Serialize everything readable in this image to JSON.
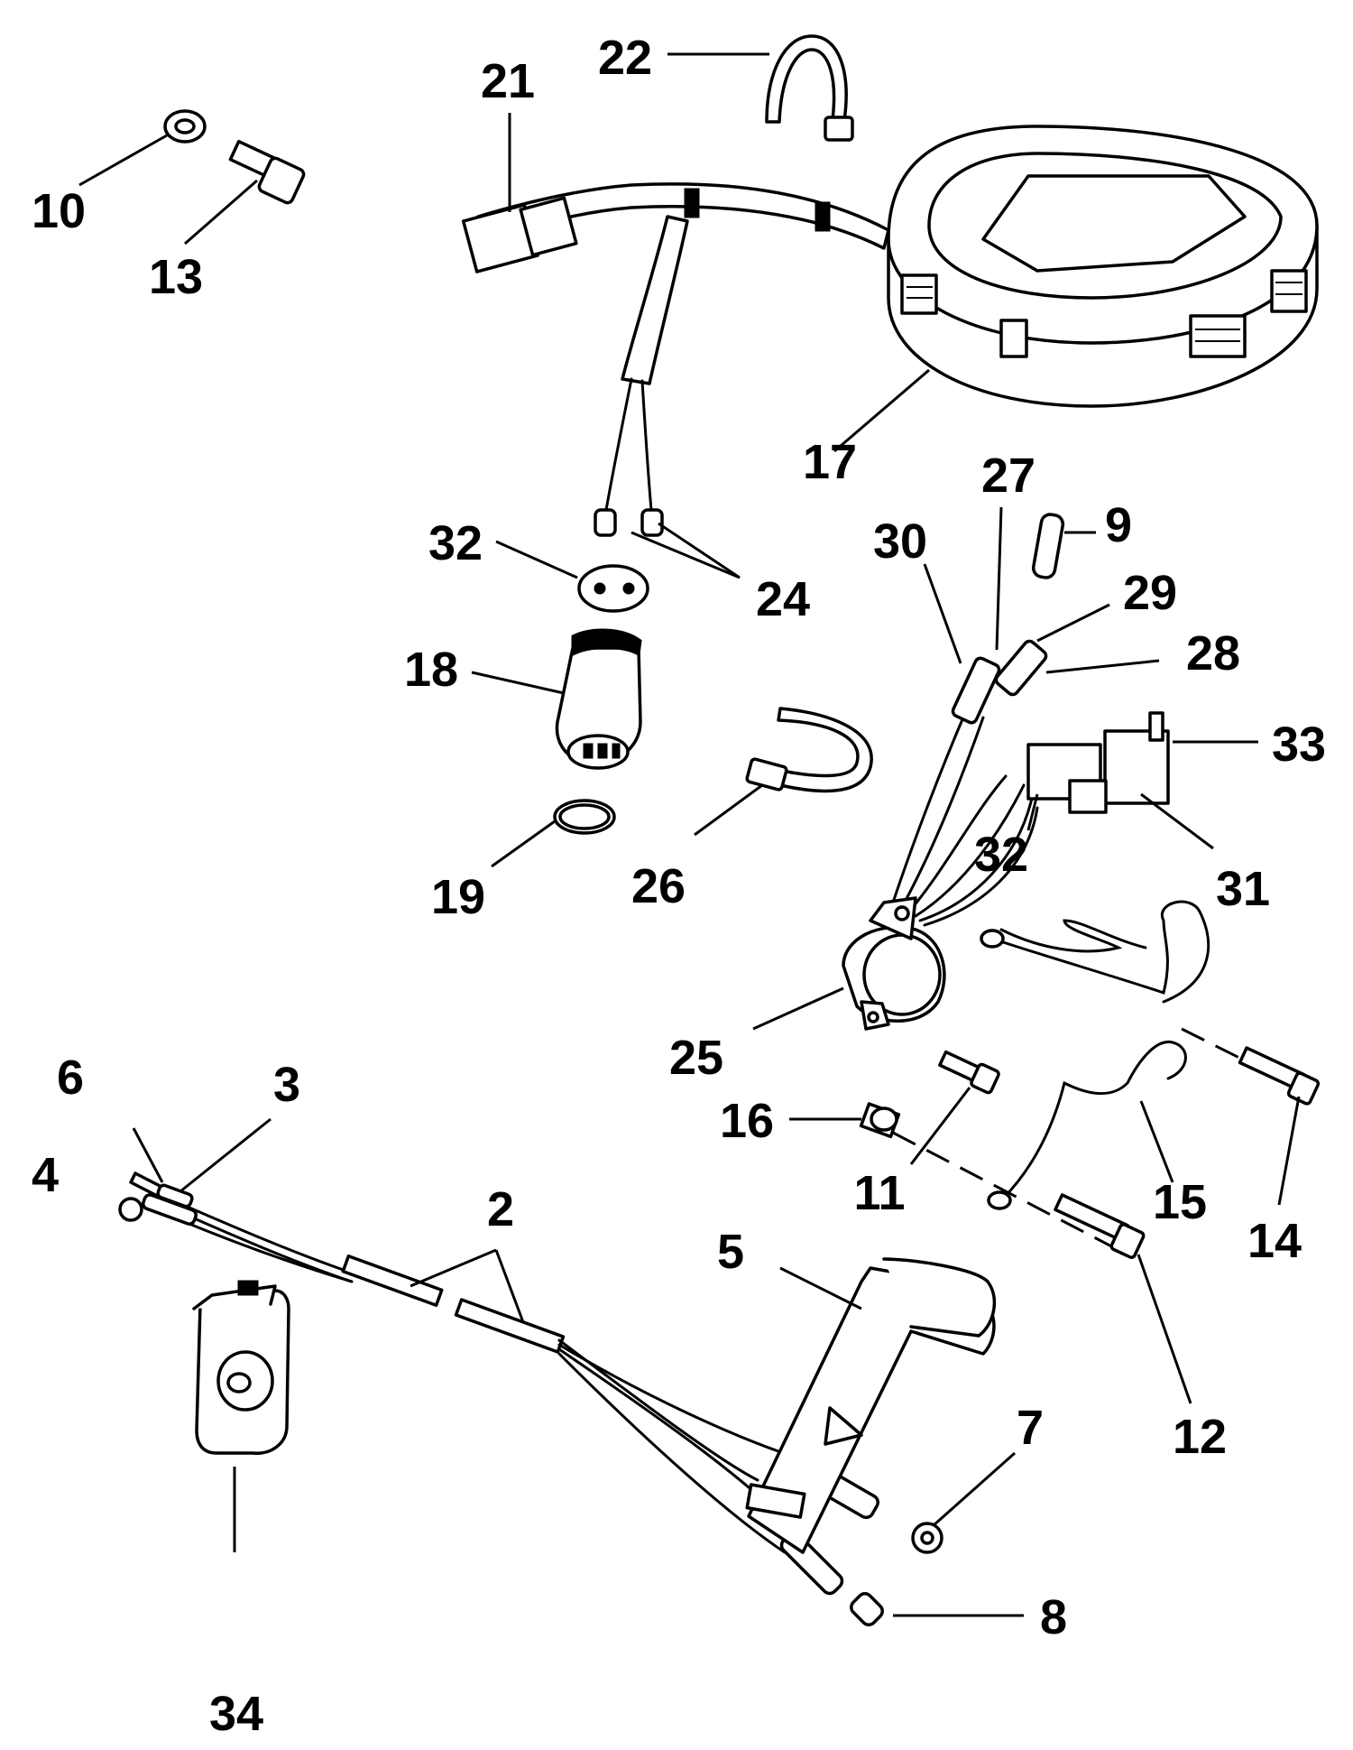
{
  "callouts": {
    "c2": "2",
    "c3": "3",
    "c4": "4",
    "c5": "5",
    "c6": "6",
    "c7": "7",
    "c8": "8",
    "c9": "9",
    "c10": "10",
    "c11": "11",
    "c12": "12",
    "c13": "13",
    "c14": "14",
    "c15": "15",
    "c16": "16",
    "c17": "17",
    "c18": "18",
    "c19": "19",
    "c21": "21",
    "c22": "22",
    "c24": "24",
    "c25": "25",
    "c26": "26",
    "c27": "27",
    "c28": "28",
    "c29": "29",
    "c30": "30",
    "c31": "31",
    "c32a": "32",
    "c32b": "32",
    "c33": "33",
    "c34": "34"
  }
}
